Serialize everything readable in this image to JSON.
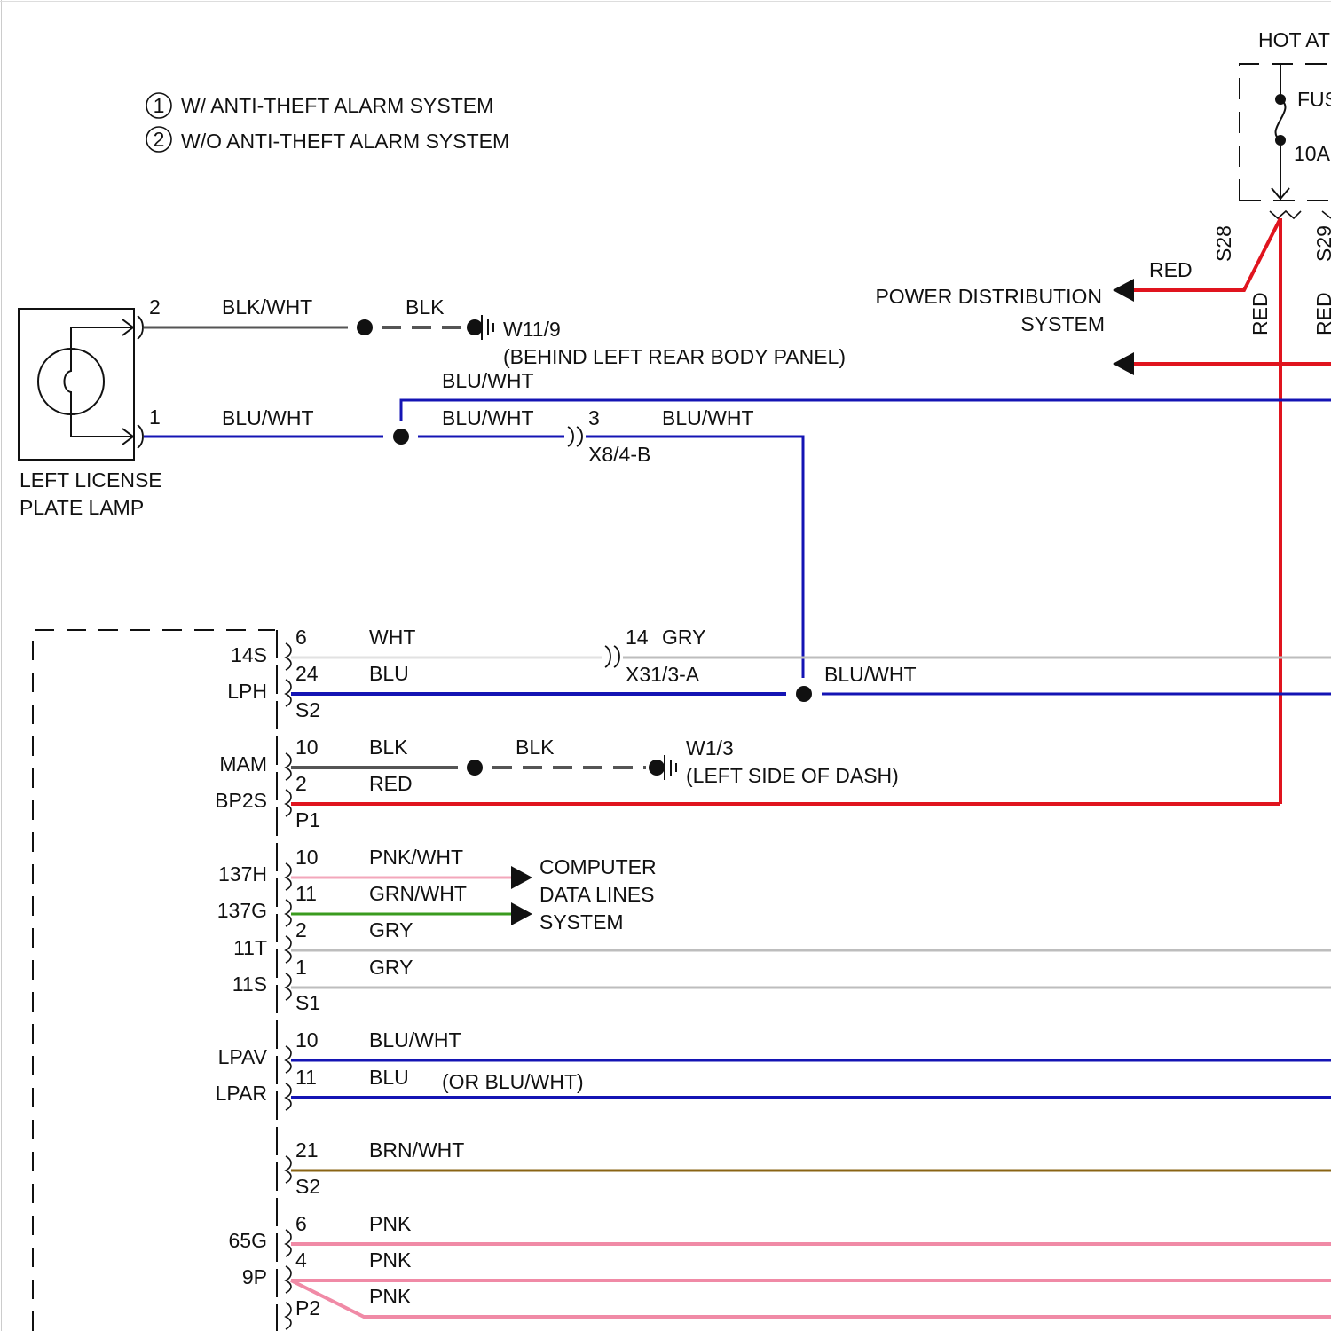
{
  "colors": {
    "blk": "#555555",
    "blu": "#1414b4",
    "red": "#e0141e",
    "gry": "#bdbdbd",
    "wht": "#e2e2e2",
    "pnk": "#f08aa6",
    "pnk_wht": "#f3a7bb",
    "grn_wht": "#3a9b1e",
    "brn_wht": "#8a6414",
    "ink": "#111111"
  },
  "legend": {
    "item1_num": "1",
    "item1": "W/ ANTI-THEFT ALARM SYSTEM",
    "item2_num": "2",
    "item2": "W/O ANTI-THEFT ALARM SYSTEM"
  },
  "hot_at": "HOT AT",
  "fuse": {
    "name": "FUS",
    "rating": "10A"
  },
  "splices": {
    "s28": "S28",
    "s29": "S29"
  },
  "power_dist": {
    "line1": "POWER DISTRIBUTION",
    "line2": "SYSTEM",
    "wire_red_h": "RED",
    "wire_red_v1": "RED",
    "wire_red_v2": "RED"
  },
  "lamp": {
    "label1": "LEFT LICENSE",
    "label2": "PLATE LAMP",
    "pin2": "2",
    "pin1": "1",
    "wire_top": "BLK/WHT",
    "wire_top_ext": "BLK",
    "wire_bottom": "BLU/WHT"
  },
  "ground_w11": {
    "name": "W11/9",
    "location": "(BEHIND LEFT REAR BODY PANEL)"
  },
  "blu_wht_branch": {
    "upper": "BLU/WHT",
    "lower": "BLU/WHT",
    "pin3": "3",
    "after_x8": "BLU/WHT",
    "connector": "X8/4-B"
  },
  "module": {
    "groups": [
      {
        "pin_labels": [
          "14S",
          "LPH"
        ],
        "connector": "S2"
      },
      {
        "pin_labels": [
          "MAM",
          "BP2S"
        ],
        "connector": "P1"
      },
      {
        "pin_labels": [
          "137H",
          "137G",
          "11T",
          "11S"
        ],
        "connector": "S1"
      },
      {
        "pin_labels": [
          "LPAV",
          "LPAR"
        ],
        "connector": ""
      },
      {
        "pin_labels": [],
        "connector": "S2"
      },
      {
        "pin_labels": [
          "65G",
          "9P"
        ],
        "connector": "P2"
      }
    ]
  },
  "wires": [
    {
      "pin": "6",
      "color": "WHT",
      "note": ""
    },
    {
      "pin": "24",
      "color": "BLU",
      "note": ""
    },
    {
      "pin": "10",
      "color": "BLK",
      "note": ""
    },
    {
      "pin": "2",
      "color": "RED",
      "note": ""
    },
    {
      "pin": "10",
      "color": "PNK/WHT",
      "note": ""
    },
    {
      "pin": "11",
      "color": "GRN/WHT",
      "note": ""
    },
    {
      "pin": "2",
      "color": "GRY",
      "note": ""
    },
    {
      "pin": "1",
      "color": "GRY",
      "note": ""
    },
    {
      "pin": "10",
      "color": "BLU/WHT",
      "note": ""
    },
    {
      "pin": "11",
      "color": "BLU",
      "note": "(OR BLU/WHT)"
    },
    {
      "pin": "21",
      "color": "BRN/WHT",
      "note": ""
    },
    {
      "pin": "6",
      "color": "PNK",
      "note": ""
    },
    {
      "pin": "4",
      "color": "PNK",
      "note": ""
    },
    {
      "pin": "",
      "color": "PNK",
      "note": ""
    }
  ],
  "x31": {
    "pin": "14",
    "color": "GRY",
    "connector": "X31/3-A"
  },
  "lph_junction_wire": "BLU/WHT",
  "mam_ground": {
    "ext": "BLK",
    "name": "W1/3",
    "location": "(LEFT SIDE OF DASH)"
  },
  "computer_data": {
    "line1": "COMPUTER",
    "line2": "DATA LINES",
    "line3": "SYSTEM"
  }
}
